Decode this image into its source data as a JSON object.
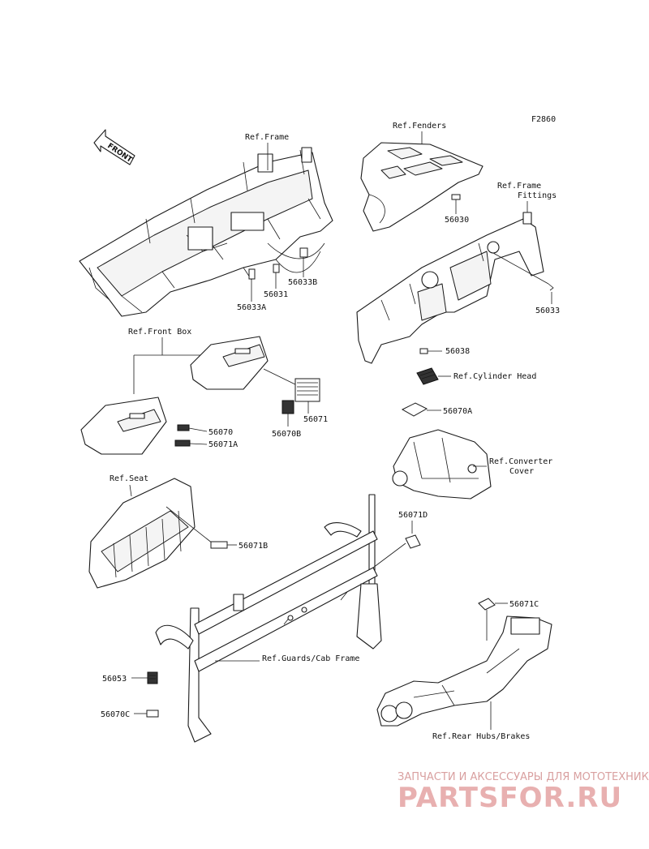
{
  "figure_id": "F2860",
  "references": {
    "frame": "Ref.Frame",
    "fenders": "Ref.Fenders",
    "frame_fittings_line1": "Ref.Frame",
    "frame_fittings_line2": "Fittings",
    "front_box": "Ref.Front Box",
    "cylinder_head": "Ref.Cylinder Head",
    "converter_cover_line1": "Ref.Converter",
    "converter_cover_line2": "Cover",
    "seat": "Ref.Seat",
    "guards_cab_frame": "Ref.Guards/Cab Frame",
    "rear_hubs_brakes": "Ref.Rear Hubs/Brakes"
  },
  "front_arrow": "FRONT",
  "parts": {
    "p56030": "56030",
    "p56031": "56031",
    "p56033": "56033",
    "p56033A": "56033A",
    "p56033B": "56033B",
    "p56038": "56038",
    "p56053": "56053",
    "p56070": "56070",
    "p56070A": "56070A",
    "p56070B": "56070B",
    "p56070C": "56070C",
    "p56071": "56071",
    "p56071A": "56071A",
    "p56071B": "56071B",
    "p56071C": "56071C",
    "p56071D": "56071D"
  },
  "watermark": {
    "top": "ЗАПЧАСТИ И АКСЕССУАРЫ ДЛЯ МОТОТЕХНИКИ",
    "brand": "PARTSFOR.RU"
  }
}
